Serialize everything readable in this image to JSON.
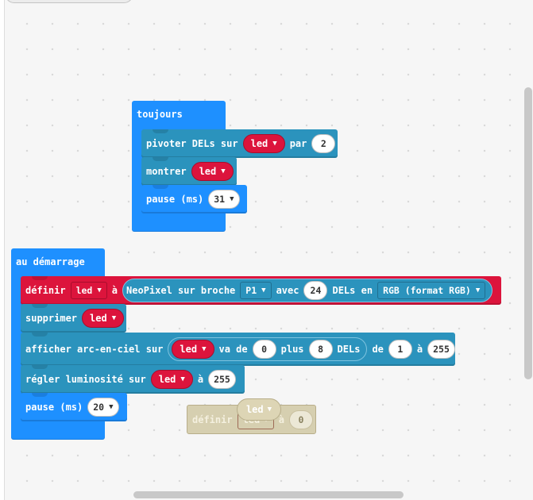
{
  "toujours": {
    "title": "toujours",
    "rotate": {
      "label": "pivoter DELs sur",
      "var": "led",
      "par": "par",
      "value": "2"
    },
    "show": {
      "label": "montrer",
      "var": "led"
    },
    "pause": {
      "label": "pause (ms)",
      "value": "31"
    }
  },
  "demarrage": {
    "title": "au démarrage",
    "define": {
      "label": "définir",
      "var": "led",
      "a": "à",
      "neo_label": "NeoPixel sur broche",
      "pin": "P1",
      "avec": "avec",
      "count": "24",
      "dels_en": "DELs en",
      "mode": "RGB (format RGB)"
    },
    "clear": {
      "label": "supprimer",
      "var": "led"
    },
    "rainbow": {
      "label": "afficher arc-en-ciel sur",
      "var": "led",
      "va_de": "va de",
      "from": "0",
      "plus": "plus",
      "count": "8",
      "dels": "DELs",
      "de": "de",
      "start": "1",
      "a": "à",
      "end": "255"
    },
    "brightness": {
      "label": "régler luminosité sur",
      "var": "led",
      "a": "à",
      "value": "255"
    },
    "pause": {
      "label": "pause (ms)",
      "value": "20"
    }
  },
  "ghost": {
    "label": "définir",
    "var": "led",
    "a": "à",
    "value": "0",
    "drag_var": "led"
  },
  "icons": {
    "dropdown": "triangle-down-icon"
  },
  "colors": {
    "neopixel": "#2b93bd",
    "basic": "#1e90ff",
    "variable": "#dc143c"
  }
}
